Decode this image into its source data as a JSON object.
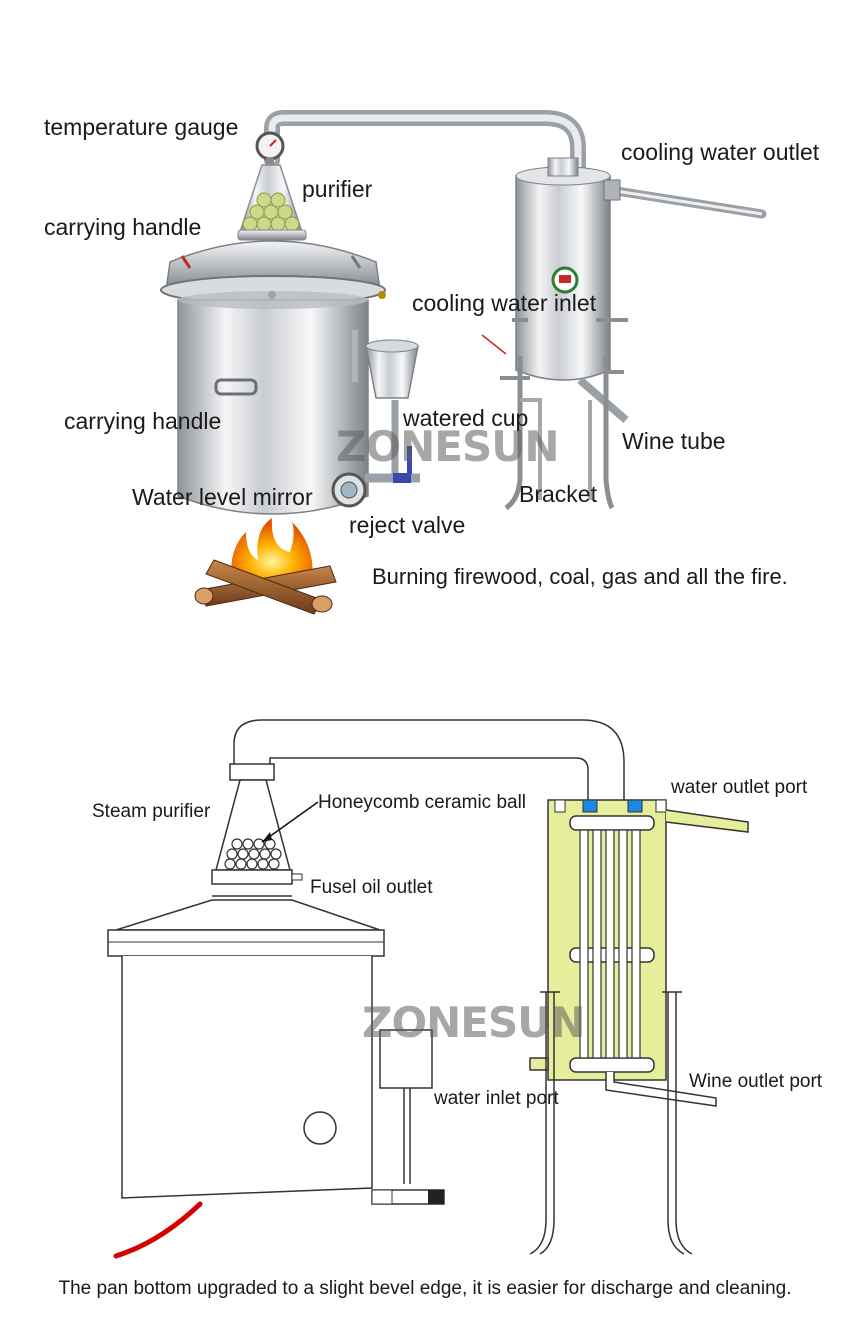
{
  "top_figure": {
    "watermark": "ZONESUN",
    "labels": {
      "temperature_gauge": "temperature gauge",
      "purifier": "purifier",
      "carrying_handle_lid": "carrying handle",
      "carrying_handle_body": "carrying handle",
      "cooling_water_outlet": "cooling water outlet",
      "cooling_water_inlet": "cooling water inlet",
      "watered_cup": "watered cup",
      "wine_tube": "Wine tube",
      "water_level_mirror": "Water level mirror",
      "bracket": "Bracket",
      "reject_valve": "reject valve"
    },
    "caption": "Burning firewood, coal, gas and all the fire."
  },
  "bottom_figure": {
    "watermark": "ZONESUN",
    "labels": {
      "steam_purifier": "Steam purifier",
      "honeycomb_ceramic_ball": "Honeycomb ceramic ball",
      "fusel_oil_outlet": "Fusel oil outlet",
      "water_outlet_port": "water outlet port",
      "water_inlet_port": "water inlet port",
      "wine_outlet_port": "Wine outlet port"
    },
    "caption": "The pan bottom upgraded to a slight bevel edge, it is easier for discharge and cleaning."
  },
  "colors": {
    "steel_light": "#e8eaec",
    "steel_dark": "#8a8e93",
    "condenser_fill": "#e6ee9c",
    "port_blue": "#1e88e5",
    "fire_orange": "#f57c00",
    "heat_pipe_red": "#d50000"
  }
}
